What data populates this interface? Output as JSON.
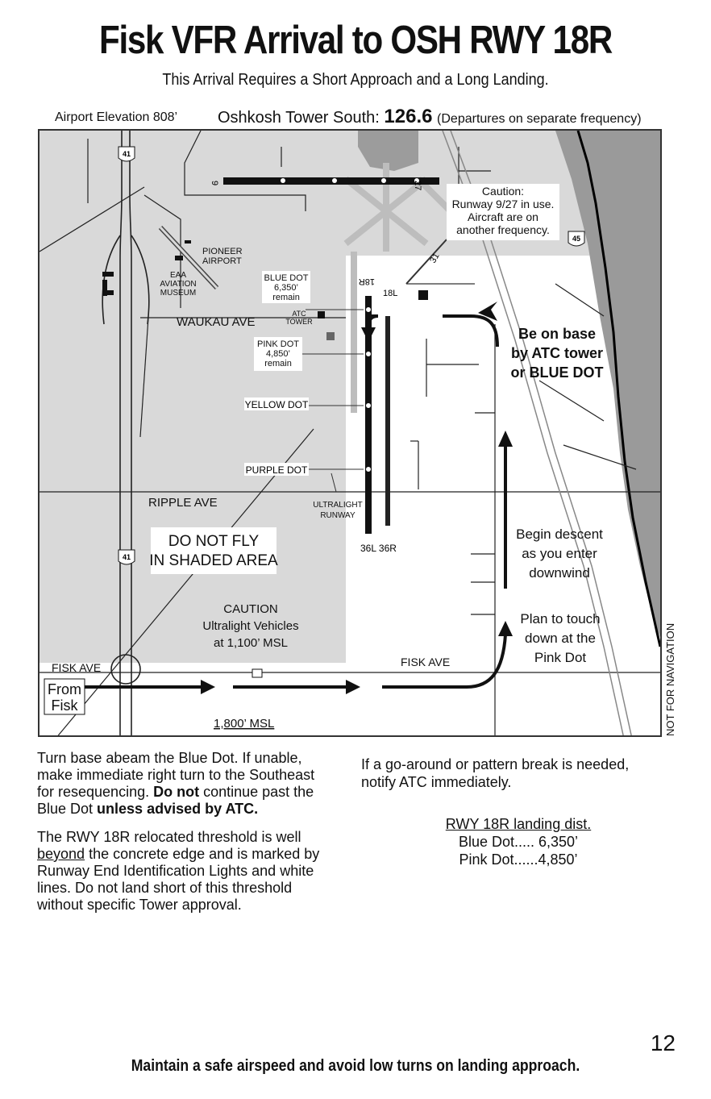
{
  "header": {
    "title": "Fisk VFR Arrival to OSH RWY 18R",
    "subtitle": "This Arrival Requires a Short Approach and a Long Landing."
  },
  "info": {
    "elevation": "Airport Elevation 808’",
    "tower_label": "Oshkosh Tower South:",
    "tower_freq": "126.6",
    "tower_note": "(Departures on separate frequency)"
  },
  "map": {
    "caution_box": [
      "Caution:",
      "Runway 9/27 in use.",
      "Aircraft are on",
      "another frequency."
    ],
    "pioneer": [
      "PIONEER",
      "AIRPORT"
    ],
    "eaa": [
      "EAA",
      "AVIATION",
      "MUSEUM"
    ],
    "blue_dot": [
      "BLUE DOT",
      "6,350’",
      "remain"
    ],
    "pink_dot": [
      "PINK DOT",
      "4,850’",
      "remain"
    ],
    "yellow_dot": "YELLOW DOT",
    "purple_dot": "PURPLE DOT",
    "atc_tower": [
      "ATC",
      "TOWER"
    ],
    "waukau": "WAUKAU AVE",
    "ripple": "RIPPLE AVE",
    "fisk_ave_left": "FISK AVE",
    "fisk_ave_right": "FISK AVE",
    "ultralight_runway": [
      "ULTRALIGHT",
      "RUNWAY"
    ],
    "rwy_18r": "18R",
    "rwy_18l": "18L",
    "rwy_36": "36L  36R",
    "rwy_9": "9",
    "rwy_27": "27",
    "rwy_31": "31",
    "hwy_41": "41",
    "hwy_45": "45",
    "do_not_fly": [
      "DO NOT FLY",
      "IN SHADED AREA"
    ],
    "caution_ultralight": [
      "CAUTION",
      "Ultralight Vehicles",
      "at 1,100’ MSL"
    ],
    "be_on_base": [
      "Be on base",
      "by ATC tower",
      "or BLUE DOT"
    ],
    "begin_descent": [
      "Begin descent",
      "as you enter",
      "downwind"
    ],
    "plan_touch": [
      "Plan to touch",
      "down at the",
      "Pink Dot"
    ],
    "from_fisk": [
      "From",
      "Fisk"
    ],
    "msl": "1,800’ MSL",
    "not_for_nav": "NOT FOR NAVIGATION"
  },
  "body": {
    "left_p1_a": "Turn base abeam the Blue Dot. If unable, make immediate right turn to the Southeast for resequencing. ",
    "left_p1_b": "Do not",
    "left_p1_c": " continue past the Blue Dot ",
    "left_p1_d": "unless advised by ATC.",
    "left_p2_a": "The RWY 18R relocated threshold is well ",
    "left_p2_b": "beyond",
    "left_p2_c": " the concrete edge and is marked by Runway End Identification Lights and white lines. Do not land short of this threshold without specific Tower approval.",
    "right_p1": "If a go-around or pattern break is needed, notify ATC immediately.",
    "dist_header": "RWY 18R landing dist.",
    "dist_blue": "Blue Dot..... 6,350’",
    "dist_pink": "Pink Dot......4,850’"
  },
  "page_number": "12",
  "footer": "Maintain a safe airspeed and avoid low turns on landing approach."
}
